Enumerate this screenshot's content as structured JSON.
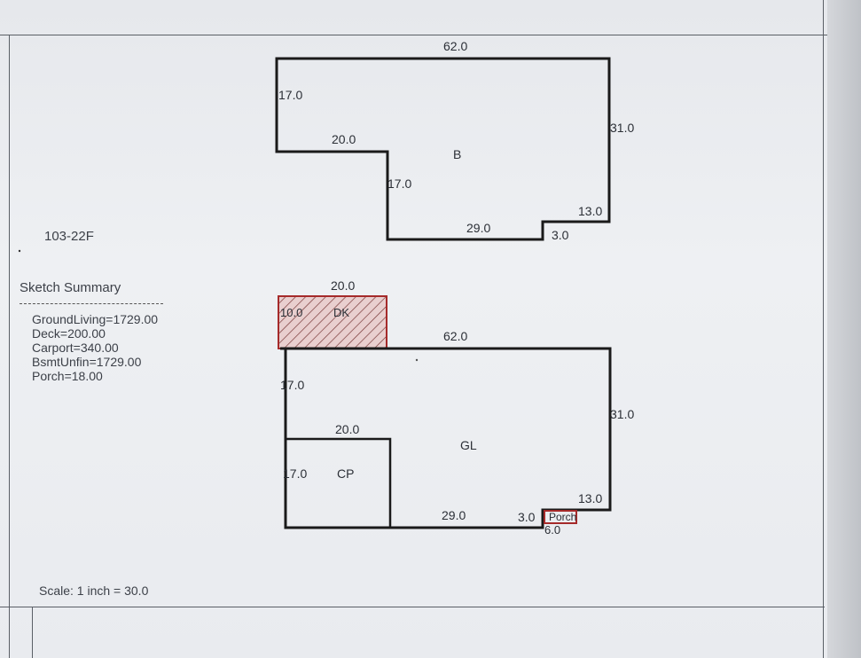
{
  "property_code": "103-22F",
  "summary": {
    "title": "Sketch Summary",
    "items": [
      "GroundLiving=1729.00",
      "Deck=200.00",
      "Carport=340.00",
      "BsmtUnfin=1729.00",
      "Porch=18.00"
    ]
  },
  "scale_text": "Scale: 1 inch = 30.0",
  "sketch_basement": {
    "area_label": "B",
    "dims": {
      "top": "62.0",
      "left": "17.0",
      "step_horizontal": "20.0",
      "step_vertical": "17.0",
      "bottom": "29.0",
      "right": "31.0",
      "notch_vertical": "13.0",
      "notch_horizontal": "3.0"
    }
  },
  "sketch_ground": {
    "area_label": "GL",
    "dims": {
      "top": "62.0",
      "left": "17.0",
      "right": "31.0",
      "bottom": "29.0",
      "notch_vertical": "13.0",
      "notch_horizontal": "3.0"
    },
    "deck": {
      "label": "DK",
      "width": "20.0",
      "height": "10.0"
    },
    "carport": {
      "label": "CP",
      "width": "20.0",
      "height": "17.0"
    },
    "porch": {
      "label": "Porch",
      "width": "6.0"
    }
  },
  "colors": {
    "line": "#1a1a1a",
    "deck_outline": "#a52a2a",
    "text": "#2b2f36"
  }
}
